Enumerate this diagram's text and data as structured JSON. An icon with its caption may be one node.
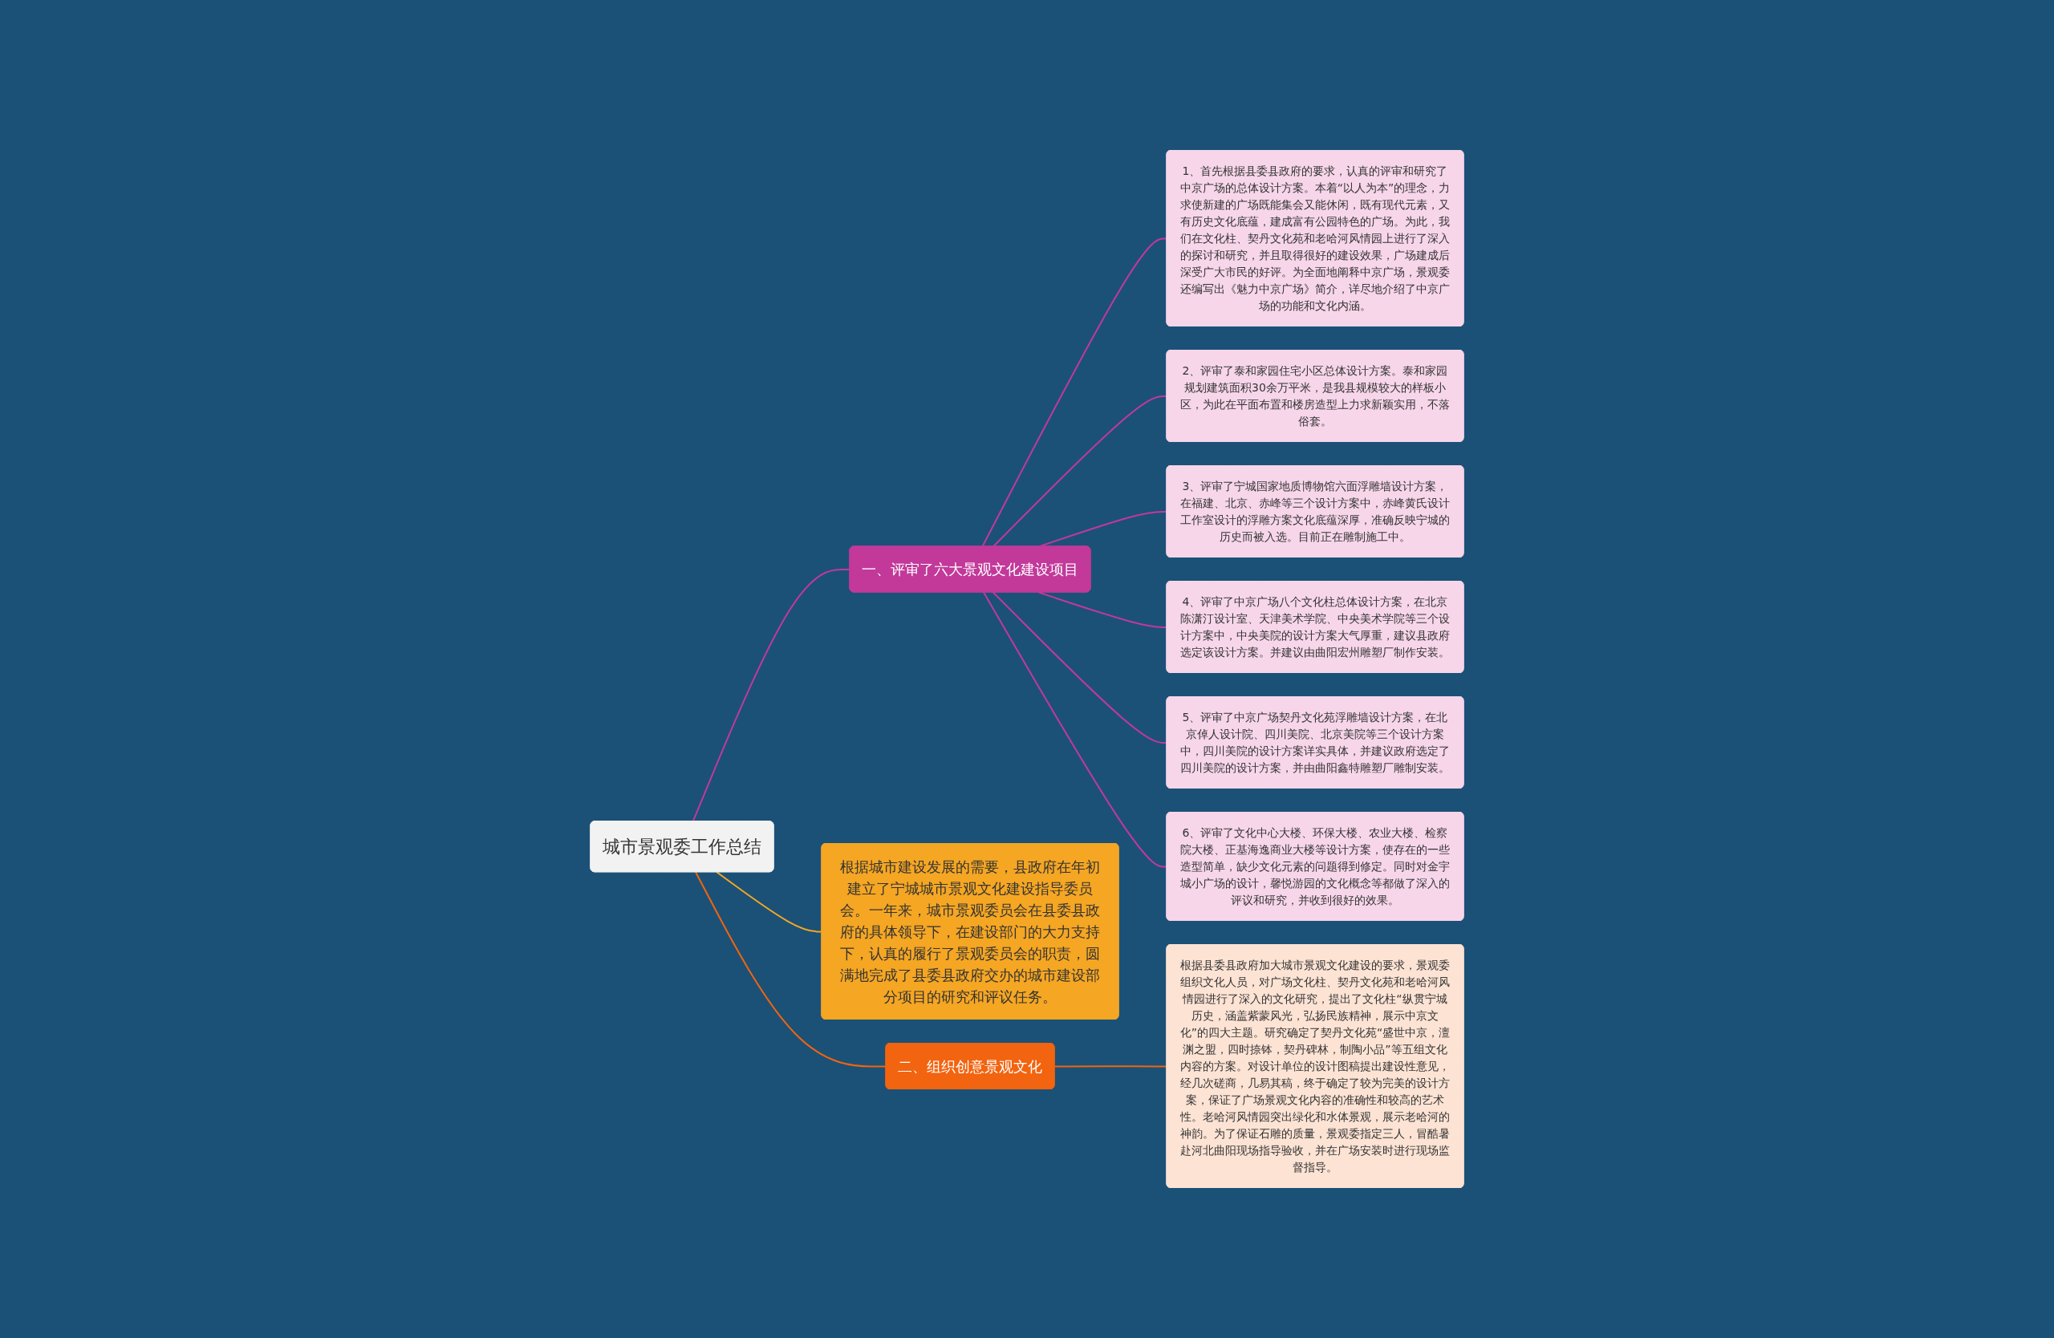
{
  "diagram": {
    "nodes": [
      {
        "text": [
          "城市景观委工作总结"
        ]
      },
      {
        "text": [
          "一、评审了六大景观文化建设项目"
        ]
      },
      {
        "text": [
          "1、首先根据县委县政府的要求，认真的评审和研究了中京广场的总体设计方案。本着“以人为本”的理念，力求使新建的广场既能集会又能休闲，既有现代元素，又有历史文化底蕴，建成富有公园特色的广场。为此，我们在文化柱、契丹文化苑和老哈河风情园上进行了深入的探讨和研究，并且取得很好的建设效果，广场建成后深受广大市民的好评。为全面地阐释中京广场，景观委还编写出《魅力中京广场》简介，详尽地介绍了中京广场的功能和文化内涵。"
        ]
      },
      {
        "text": [
          "2、评审了泰和家园住宅小区总体设计方案。泰和家园规划建筑面积30余万平米，是我县规模较大的样板小区，为此在平面布置和楼房造型上力求新颖实用，不落俗套。"
        ]
      },
      {
        "text": [
          "3、评审了宁城国家地质博物馆六面浮雕墙设计方案，在福建、北京、赤峰等三个设计方案中，赤峰黄氏设计工作室设计的浮雕方案文化底蕴深厚，准确反映宁城的历史而被入选。目前正在雕制施工中。"
        ]
      },
      {
        "text": [
          "4、评审了中京广场八个文化柱总体设计方案，在北京陈潇汀设计室、天津美术学院、中央美术学院等三个设计方案中，中央美院的设计方案大气厚重，建议县政府选定该设计方案。并建议由曲阳宏州雕塑厂制作安装。"
        ]
      },
      {
        "text": [
          "5、评审了中京广场契丹文化苑浮雕墙设计方案，在北京倬人设计院、四川美院、北京美院等三个设计方案中，四川美院的设计方案详实具体，并建议政府选定了四川美院的设计方案，并由曲阳鑫特雕塑厂雕制安装。"
        ]
      },
      {
        "text": [
          "6、评审了文化中心大楼、环保大楼、农业大楼、检察院大楼、正基海逸商业大楼等设计方案，使存在的一些造型简单，缺少文化元素的问题得到修定。同时对金宇城小广场的设计，馨悦游园的文化概念等都做了深入的评议和研究，并收到很好的效果。"
        ]
      },
      {
        "text": [
          "根据城市建设发展的需要，县政府在年初建立了宁城城市景观文化建设指导委员会。一年来，城市景观委员会在县委县政府的具体领导下，在建设部门的大力支持下，认真的履行了景观委员会的职责，圆满地完成了县委县政府交办的城市建设部分项目的研究和评议任务。"
        ]
      },
      {
        "text": [
          "二、组织创意景观文化"
        ]
      },
      {
        "text": [
          "根据县委县政府加大城市景观文化建设的要求，景观委组织文化人员，对广场文化柱、契丹文化苑和老哈河风情园进行了深入的文化研究，提出了文化柱“纵贯宁城历史，涵盖紫蒙风光，弘扬民族精神，展示中京文化”的四大主题。研究确定了契丹文化苑“盛世中京，澶渊之盟，四时捺钵，契丹碑林，制陶小品”等五组文化内容的方案。对设计单位的设计图稿提出建设性意见，经几次磋商，几易其稿，终于确定了较为完美的设计方案，保证了广场景观文化内容的准确性和较高的艺术性。老哈河风情园突出绿化和水体景观，展示老哈河的神韵。为了保证石雕的质量，景观委指定三人，冒酷暑赴河北曲阳现场指导验收，并在广场安装时进行现场监督指导。"
        ]
      }
    ],
    "edges": [
      {
        "from": 0,
        "to": 1,
        "arrow": "none"
      },
      {
        "from": 1,
        "to": 2,
        "arrow": "none"
      },
      {
        "from": 1,
        "to": 3,
        "arrow": "none"
      },
      {
        "from": 1,
        "to": 4,
        "arrow": "none"
      },
      {
        "from": 1,
        "to": 5,
        "arrow": "none"
      },
      {
        "from": 1,
        "to": 6,
        "arrow": "none"
      },
      {
        "from": 1,
        "to": 7,
        "arrow": "none"
      },
      {
        "from": 0,
        "to": 8,
        "arrow": "none",
        "color": "#f5a623"
      },
      {
        "from": 0,
        "to": 9,
        "arrow": "none",
        "color": "#f2640f"
      },
      {
        "from": 9,
        "to": 10,
        "arrow": "none",
        "color": "#f2640f"
      }
    ]
  }
}
